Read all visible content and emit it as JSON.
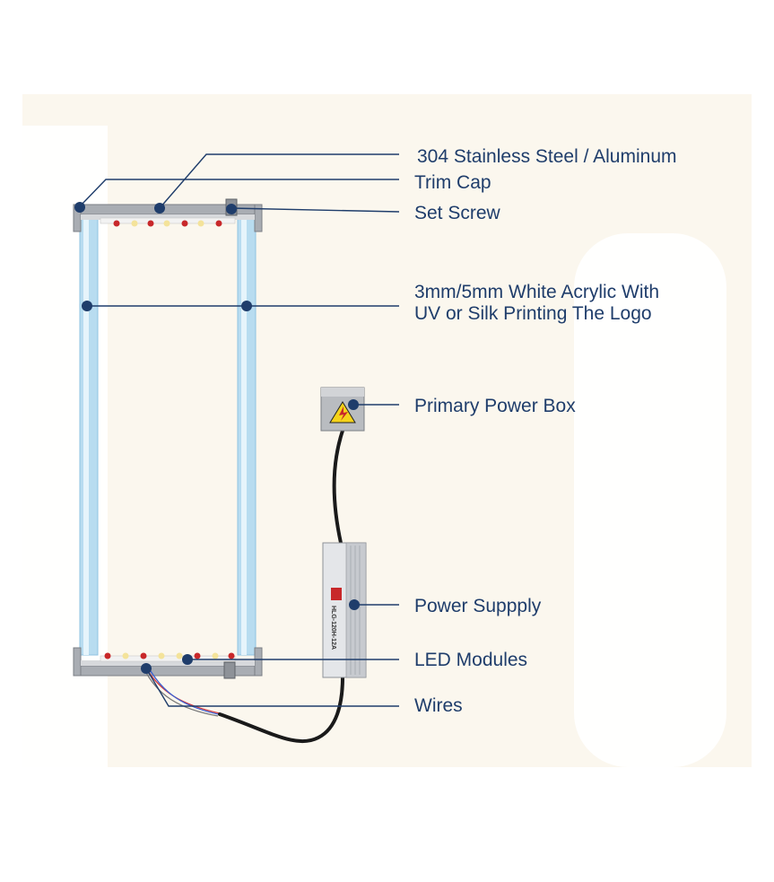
{
  "labels": {
    "stainless": "304 Stainless Steel / Aluminum",
    "trim_cap": "Trim Cap",
    "set_screw": "Set Screw",
    "acrylic_line1": "3mm/5mm White Acrylic With",
    "acrylic_line2": "UV or Silk Printing The Logo",
    "power_box": "Primary Power Box",
    "power_supply": "Power  Suppply",
    "led_modules": "LED Modules",
    "wires": "Wires"
  },
  "power_supply_marking": "HLG-120H-12A",
  "colors": {
    "label": "#1f3d6b",
    "background_tint": "#fbf7ee",
    "acrylic": "#b8dcf0",
    "frame": "#a9adb3",
    "cable": "#1a1a1a"
  }
}
